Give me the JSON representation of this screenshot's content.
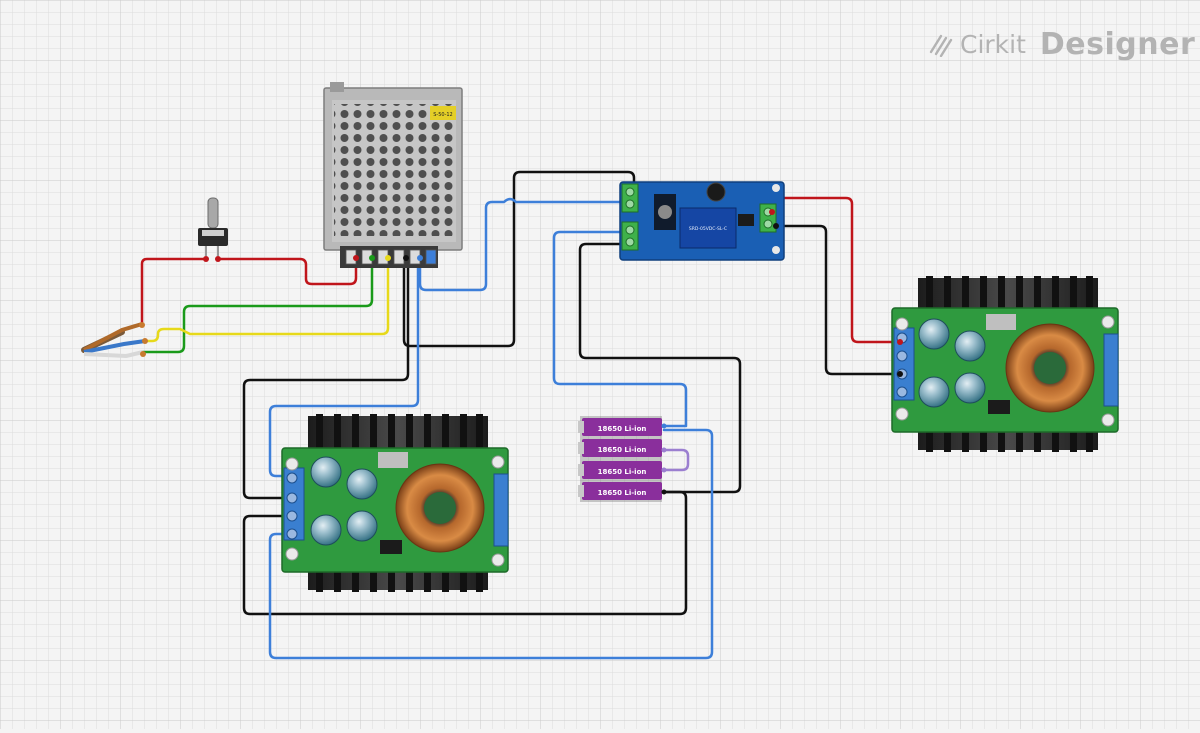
{
  "brand": {
    "word1": "Cirkit",
    "word2": "Designer"
  },
  "components": {
    "psu": {
      "label": "S-50-12"
    },
    "relay": {
      "label": "SRD-05VDC-SL-C"
    },
    "batteries": [
      {
        "label": "18650 Li-ion"
      },
      {
        "label": "18650 Li-ion"
      },
      {
        "label": "18650 Li-ion"
      },
      {
        "label": "18650 Li-ion"
      }
    ]
  },
  "colors": {
    "grid_minor": "#dcdcdc",
    "grid_major": "#c9c9c9",
    "wire_red": "#c0151b",
    "wire_black": "#111111",
    "wire_blue": "#3d7fd9",
    "wire_green": "#1a9a1a",
    "wire_yellow": "#e7d91a",
    "wire_purple": "#9b7fd0",
    "battery": "#8a2f9c",
    "pcb_green": "#2f9a3f",
    "relay_pcb": "#1a5fb4",
    "terminal_blue": "#3a7fd0",
    "terminal_green": "#3fb14a"
  }
}
